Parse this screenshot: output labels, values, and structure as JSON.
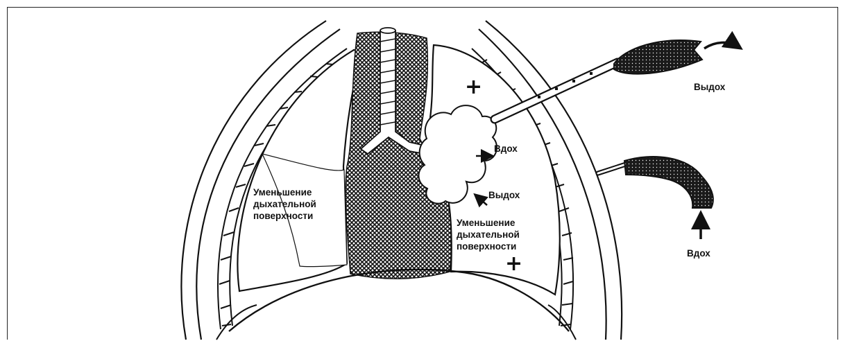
{
  "labels": {
    "left_reduction": [
      "Уменьшение",
      "дыхательной",
      "поверхности"
    ],
    "right_reduction": [
      "Уменьшение",
      "дыхательной",
      "поверхности"
    ],
    "inhale_center": "Вдох",
    "exhale_center": "Выдох",
    "exhale_valve": "Выдох",
    "inhale_valve": "Вдох",
    "plus_top": "+",
    "plus_bottom": "+"
  }
}
